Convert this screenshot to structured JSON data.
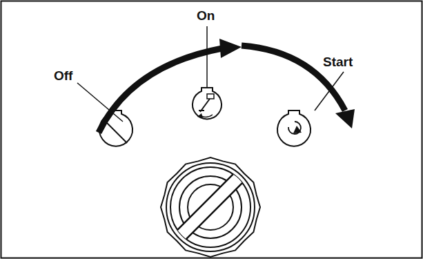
{
  "diagram": {
    "labels": [
      "Off",
      "On",
      "Start"
    ]
  }
}
